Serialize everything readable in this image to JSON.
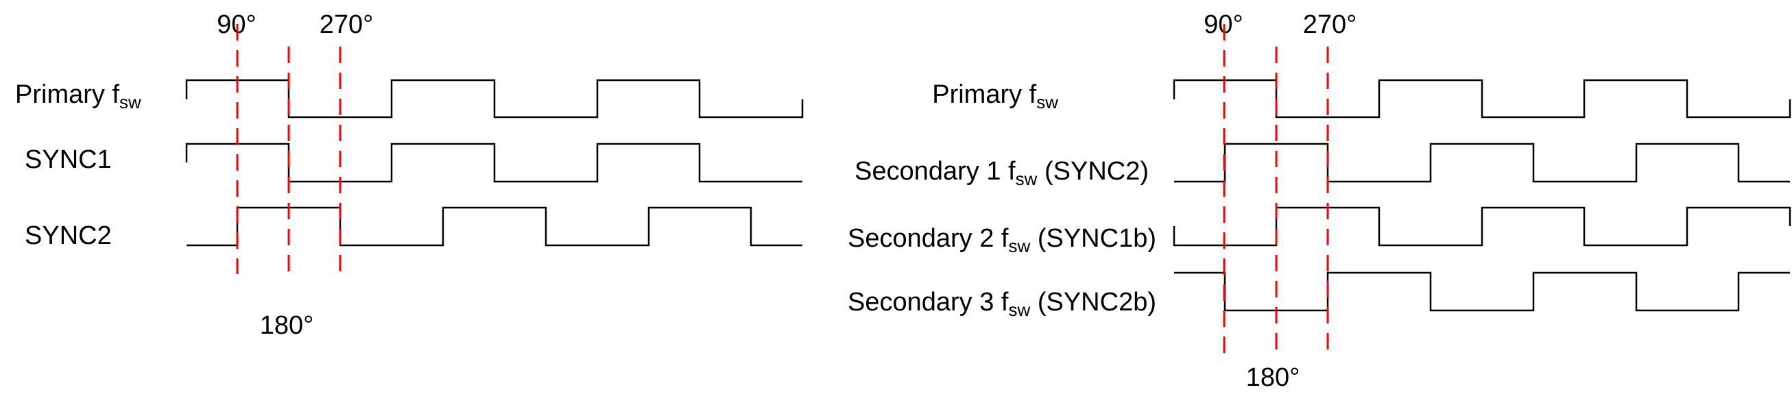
{
  "colors": {
    "wave": "#000000",
    "guide": "#ff0000",
    "background": "#ffffff"
  },
  "left_panel": {
    "angle_labels": {
      "a90": "90°",
      "a180": "180°",
      "a270": "270°"
    },
    "signals": [
      {
        "id": "primary",
        "name": "Primary f",
        "sub": "sw",
        "suffix": "",
        "start_level": "high",
        "phase_deg": 0
      },
      {
        "id": "sync1",
        "name": "SYNC1",
        "sub": "",
        "suffix": "",
        "start_level": "high",
        "phase_deg": 0
      },
      {
        "id": "sync2",
        "name": "SYNC2",
        "sub": "",
        "suffix": "",
        "start_level": "low",
        "phase_deg": 90
      }
    ]
  },
  "right_panel": {
    "angle_labels": {
      "a90": "90°",
      "a180": "180°",
      "a270": "270°"
    },
    "signals": [
      {
        "id": "primary",
        "name": "Primary f",
        "sub": "sw",
        "suffix": "",
        "start_level": "high",
        "phase_deg": 0
      },
      {
        "id": "sec1",
        "name": "Secondary 1 f",
        "sub": "sw",
        "suffix": " (SYNC2)",
        "start_level": "low",
        "phase_deg": 90
      },
      {
        "id": "sec2",
        "name": "Secondary 2 f",
        "sub": "sw",
        "suffix": " (SYNC1b)",
        "start_level": "low",
        "phase_deg": 180
      },
      {
        "id": "sec3",
        "name": "Secondary 3 f",
        "sub": "sw",
        "suffix": " (SYNC2b)",
        "start_level": "high",
        "phase_deg": 270
      }
    ]
  }
}
